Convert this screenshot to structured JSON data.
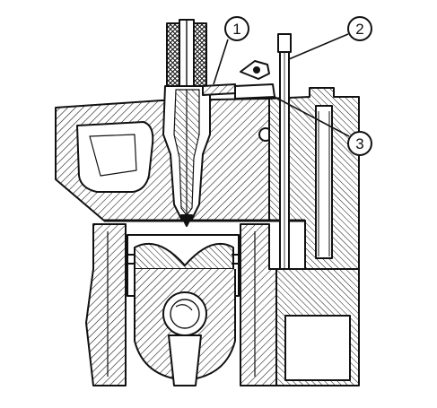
{
  "figure": {
    "callouts": [
      {
        "label": "1"
      },
      {
        "label": "2"
      },
      {
        "label": "3"
      }
    ],
    "ink_color": "#111111",
    "paper_color": "#ffffff"
  }
}
